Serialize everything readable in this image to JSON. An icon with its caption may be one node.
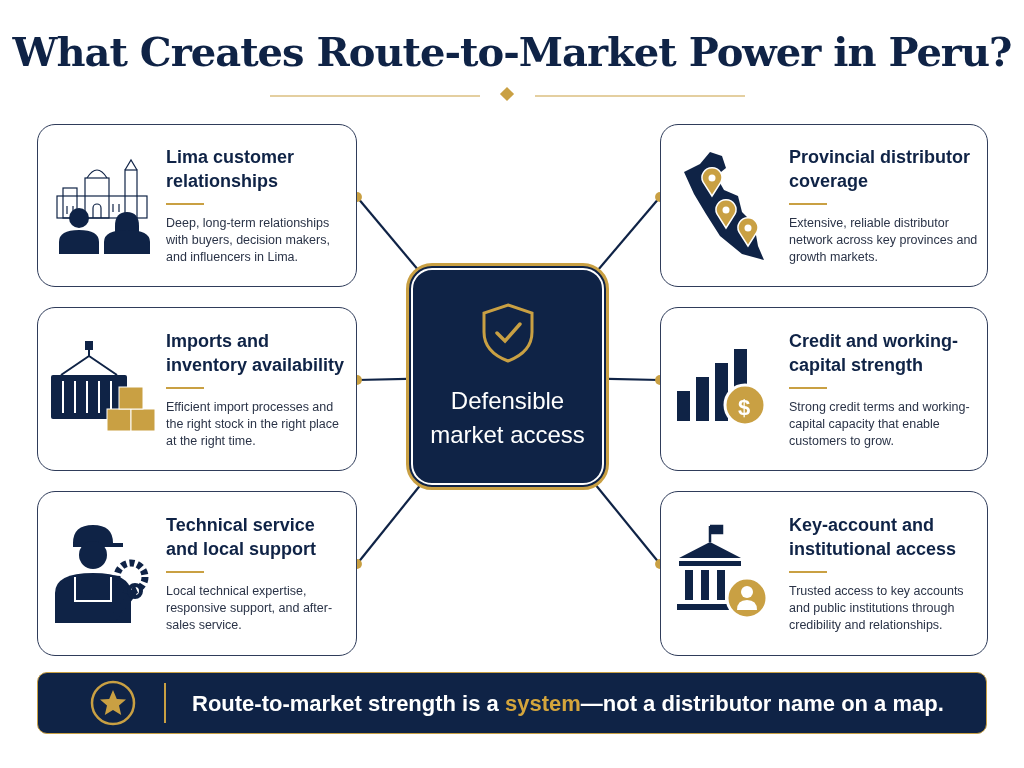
{
  "diagram": {
    "title": "What Creates Route-to-Market Power in Peru?",
    "nodes": [
      {
        "text": [
          "Defensible market access"
        ]
      },
      {
        "text": [
          "Lima customer relationships",
          "Deep, long-term relationships with buyers, decision makers, and influencers in Lima."
        ]
      },
      {
        "text": [
          "Imports and inventory availability",
          "Efficient import processes and the right stock in the right place at the right time."
        ]
      },
      {
        "text": [
          "Technical service and local support",
          "Local technical expertise, responsive support, and after-sales service."
        ]
      },
      {
        "text": [
          "Provincial distributor coverage",
          "Extensive, reliable distributor network across key provinces and growth markets."
        ]
      },
      {
        "text": [
          "Credit and working-capital strength",
          "Strong credit terms and working-capital capacity that enable customers to grow."
        ]
      },
      {
        "text": [
          "Key-account and institutional access",
          "Trusted access to key accounts and public institutions through credibility and relationships."
        ]
      },
      {
        "text": [
          "Route-to-market strength is a **system**—not a distributor name on a map."
        ]
      }
    ],
    "edges": [
      {
        "from": 0,
        "to": 1,
        "arrow": "other"
      },
      {
        "from": 0,
        "to": 2,
        "arrow": "other"
      },
      {
        "from": 0,
        "to": 3,
        "arrow": "other"
      },
      {
        "from": 0,
        "to": 4,
        "arrow": "other"
      },
      {
        "from": 0,
        "to": 5,
        "arrow": "other"
      },
      {
        "from": 0,
        "to": 6,
        "arrow": "other"
      }
    ],
    "labels": [
      "$"
    ]
  }
}
